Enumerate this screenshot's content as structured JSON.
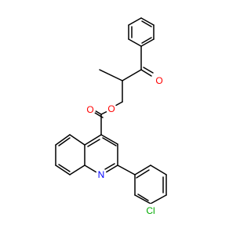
{
  "molecule": {
    "atoms": [
      {
        "label": "O",
        "color": "#ff0000"
      },
      {
        "label": "O",
        "color": "#ff0000"
      },
      {
        "label": "O",
        "color": "#ff0000"
      },
      {
        "label": "N",
        "color": "#0000ff"
      },
      {
        "label": "Cl",
        "color": "#00aa00"
      }
    ]
  }
}
